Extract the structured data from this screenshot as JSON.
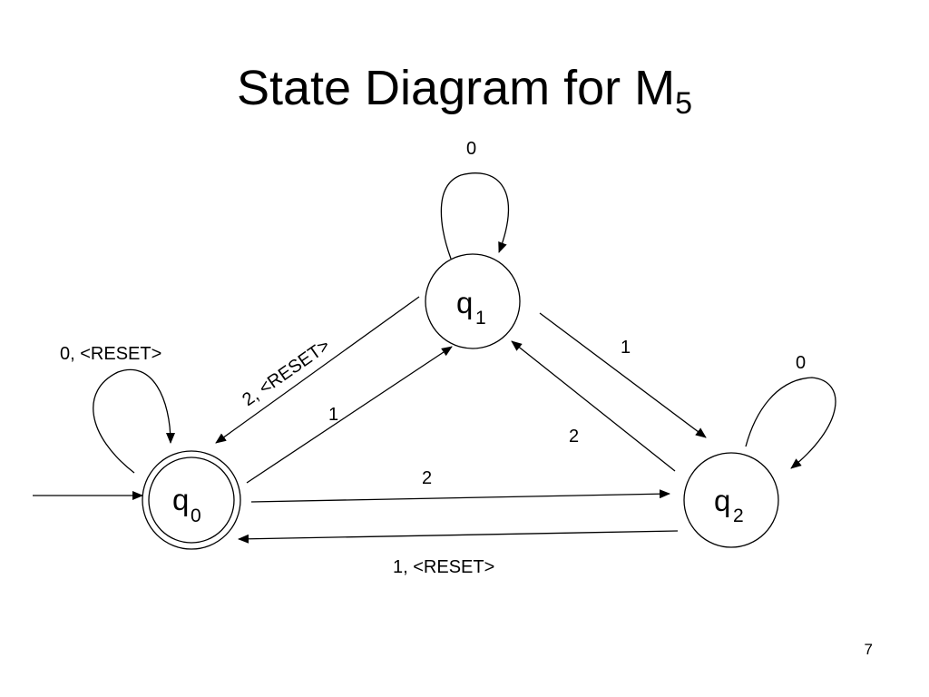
{
  "title": {
    "text": "State Diagram for M",
    "subscript": "5"
  },
  "states": {
    "q0": {
      "name": "q",
      "index": "0",
      "accept": true,
      "start": true
    },
    "q1": {
      "name": "q",
      "index": "1"
    },
    "q2": {
      "name": "q",
      "index": "2"
    }
  },
  "transitions": {
    "q0_self": "0, <RESET>",
    "q1_self": "0",
    "q2_self": "0",
    "q0_q1": "1",
    "q1_q0": "2, <RESET>",
    "q1_q2": "1",
    "q2_q1": "2",
    "q0_q2": "2",
    "q2_q0": "1, <RESET>"
  },
  "page_number": "7"
}
